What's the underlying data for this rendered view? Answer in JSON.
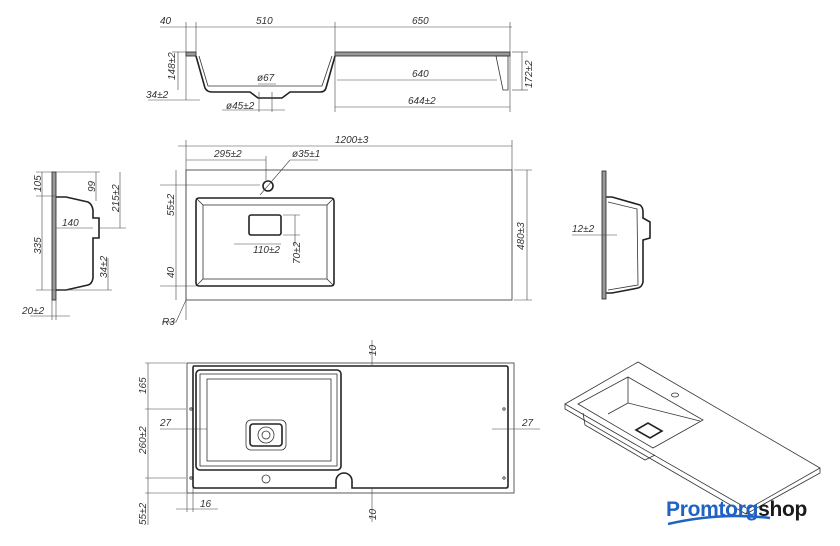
{
  "elevation_view": {
    "dim_left_rim": "40",
    "dim_basin_width": "510",
    "dim_drainboard": "650",
    "dim_basin_depth": "148±2",
    "dim_rim_height": "34±2",
    "dim_drain_outer": "ø67",
    "dim_drain_inner": "ø45±2",
    "dim_bracket_span": "640",
    "dim_bracket_total": "644±2",
    "dim_total_height": "172±2"
  },
  "plan_view": {
    "dim_total_length": "1200±3",
    "dim_tap_offset": "295±2",
    "dim_tap_hole": "ø35±1",
    "dim_front_offset": "55±2",
    "dim_back_offset": "40",
    "dim_radius": "R3",
    "dim_drain_width": "110±2",
    "dim_drain_height": "70±2",
    "dim_total_depth": "480±3"
  },
  "side_section_left": {
    "dim_top": "105",
    "dim_drain_top": "99",
    "dim_drain_center": "215±2",
    "dim_depth": "140",
    "dim_basin": "335",
    "dim_bottom": "34±2",
    "dim_thickness": "20±2"
  },
  "side_section_right": {
    "dim_thickness": "12±2"
  },
  "bottom_view": {
    "dim_top_margin": "10",
    "dim_bottom_margin": "10",
    "dim_top_offset": "165",
    "dim_left_inset": "27",
    "dim_right_inset": "27",
    "dim_hole_spacing": "260±2",
    "dim_bottom_offset": "55±2",
    "dim_edge": "16"
  },
  "logo": {
    "part1": "Promtorg",
    "part2": "shop",
    "brand_color": "#1f63c4"
  }
}
